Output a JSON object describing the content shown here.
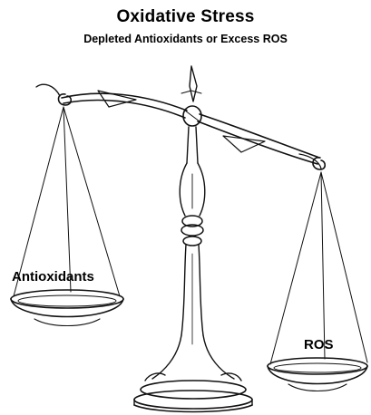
{
  "diagram": {
    "title": "Oxidative Stress",
    "subtitle": "Depleted Antioxidants or Excess ROS",
    "left_pan_label": "Antioxidants",
    "right_pan_label": "ROS",
    "left_pan_position": "raised",
    "right_pan_position": "lowered",
    "line_color": "#111111"
  }
}
